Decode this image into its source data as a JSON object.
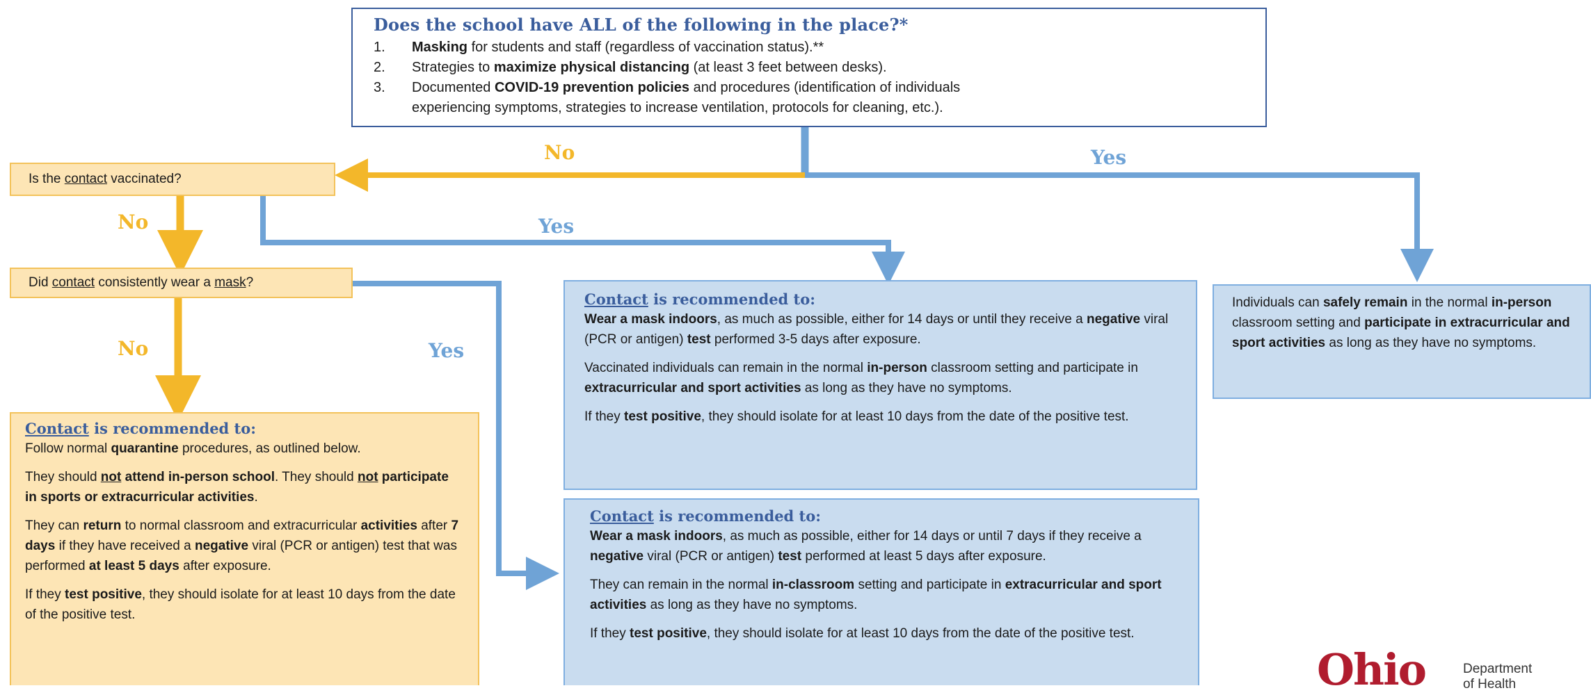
{
  "top": {
    "title": "Does the school have ALL of the following in the place?*",
    "items": [
      {
        "num": "1.",
        "parts": [
          {
            "t": "Masking",
            "b": true
          },
          {
            "t": " for students and staff (regardless of vaccination status).**"
          }
        ]
      },
      {
        "num": "2.",
        "parts": [
          {
            "t": "Strategies to "
          },
          {
            "t": "maximize physical distancing",
            "b": true
          },
          {
            "t": " (at least 3 feet between desks)."
          }
        ]
      },
      {
        "num": "3.",
        "parts": [
          {
            "t": "Documented "
          },
          {
            "t": "COVID-19 prevention policies",
            "b": true
          },
          {
            "t": " and procedures (identification of individuals"
          }
        ]
      },
      {
        "num": "",
        "parts": [
          {
            "t": "experiencing symptoms, strategies to increase ventilation, protocols for cleaning, etc.)."
          }
        ]
      }
    ]
  },
  "labels": {
    "no_top": "No",
    "yes_top": "Yes",
    "no_vacc": "No",
    "yes_vacc": "Yes",
    "no_mask": "No",
    "yes_mask": "Yes"
  },
  "questions": {
    "vaccinated": [
      {
        "t": "Is the "
      },
      {
        "t": "contact",
        "u": true
      },
      {
        "t": " vaccinated?"
      }
    ],
    "mask": [
      {
        "t": "Did "
      },
      {
        "t": "contact",
        "u": true
      },
      {
        "t": " consistently wear a "
      },
      {
        "t": "mask",
        "u": true
      },
      {
        "t": "?"
      }
    ]
  },
  "rec_head": {
    "u": "Contact",
    "rest": " is recommended to:"
  },
  "box_vaccinated": [
    [
      {
        "t": "Wear a mask indoors",
        "b": true
      },
      {
        "t": ", as much as possible, either for 14 days or until they receive a "
      },
      {
        "t": "negative",
        "b": true
      },
      {
        "t": " viral (PCR or antigen) "
      },
      {
        "t": "test",
        "b": true
      },
      {
        "t": " performed 3-5 days after exposure."
      }
    ],
    [
      {
        "t": "Vaccinated individuals can remain in the normal "
      },
      {
        "t": "in-person",
        "b": true
      },
      {
        "t": " classroom setting and participate in "
      },
      {
        "t": "extracurricular and sport activities",
        "b": true
      },
      {
        "t": " as long as they have no symptoms."
      }
    ],
    [
      {
        "t": "If they "
      },
      {
        "t": "test positive",
        "b": true
      },
      {
        "t": ", they should isolate for at least 10 days from the date of the positive test."
      }
    ]
  ],
  "box_masked": [
    [
      {
        "t": "Wear a mask indoors",
        "b": true
      },
      {
        "t": ", as much as possible, either for 14 days or until 7 days if they receive a "
      },
      {
        "t": "negative",
        "b": true
      },
      {
        "t": " viral (PCR or antigen) "
      },
      {
        "t": "test",
        "b": true
      },
      {
        "t": " performed at least 5 days after exposure."
      }
    ],
    [
      {
        "t": "They can remain in the normal "
      },
      {
        "t": "in-classroom",
        "b": true
      },
      {
        "t": " setting and participate in "
      },
      {
        "t": "extracurricular and sport activities",
        "b": true
      },
      {
        "t": " as long as they have no symptoms."
      }
    ],
    [
      {
        "t": "If they "
      },
      {
        "t": "test positive",
        "b": true
      },
      {
        "t": ", they should isolate for at least 10 days from the date of the positive test."
      }
    ]
  ],
  "box_quarantine": [
    [
      {
        "t": "Follow normal "
      },
      {
        "t": "quarantine",
        "b": true
      },
      {
        "t": " procedures, as outlined below."
      }
    ],
    [
      {
        "t": "They should "
      },
      {
        "t": "not",
        "b": true,
        "u": true
      },
      {
        "t": " attend in-person school",
        "b": true
      },
      {
        "t": ". They should "
      },
      {
        "t": "not",
        "b": true,
        "u": true
      },
      {
        "t": " participate in sports or extracurricular activities",
        "b": true
      },
      {
        "t": "."
      }
    ],
    [
      {
        "t": "They can "
      },
      {
        "t": "return",
        "b": true
      },
      {
        "t": " to normal classroom and extracurricular "
      },
      {
        "t": "activities",
        "b": true
      },
      {
        "t": " after "
      },
      {
        "t": "7 days",
        "b": true
      },
      {
        "t": " if they have received a "
      },
      {
        "t": "negative",
        "b": true
      },
      {
        "t": " viral (PCR or antigen) test that was performed "
      },
      {
        "t": "at least 5 days",
        "b": true
      },
      {
        "t": " after exposure."
      }
    ],
    [
      {
        "t": "If they "
      },
      {
        "t": "test positive",
        "b": true
      },
      {
        "t": ", they should isolate for at least 10 days from the date of the positive test."
      }
    ]
  ],
  "box_safe": [
    [
      {
        "t": "Individuals can "
      },
      {
        "t": "safely remain",
        "b": true
      },
      {
        "t": " in the normal "
      },
      {
        "t": "in-person",
        "b": true
      },
      {
        "t": " classroom setting and "
      },
      {
        "t": "participate in extracurricular and sport activities",
        "b": true
      },
      {
        "t": " as long as they have no symptoms."
      }
    ]
  ],
  "logo": {
    "ohio": "Ohio",
    "dept_line1": "Department",
    "dept_line2": "of Health"
  },
  "colors": {
    "blue": "#6fa3d6",
    "orange": "#f3b72a",
    "navy": "#3a5d9c"
  }
}
